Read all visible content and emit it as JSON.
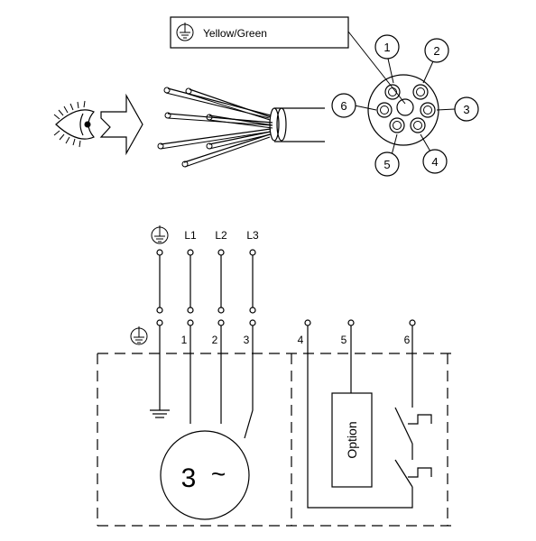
{
  "legend": {
    "text": "Yellow/Green",
    "symbol": "ground-icon"
  },
  "cable_end": {
    "wire_numbers": [
      "1",
      "2",
      "3",
      "4",
      "5",
      "6"
    ]
  },
  "supply": {
    "labels": [
      "L1",
      "L2",
      "L3"
    ]
  },
  "terminals": {
    "labels": [
      "1",
      "2",
      "3",
      "4",
      "5",
      "6"
    ]
  },
  "motor": {
    "phase_label": "3",
    "symbol": "~"
  },
  "option_box": {
    "label": "Option"
  }
}
